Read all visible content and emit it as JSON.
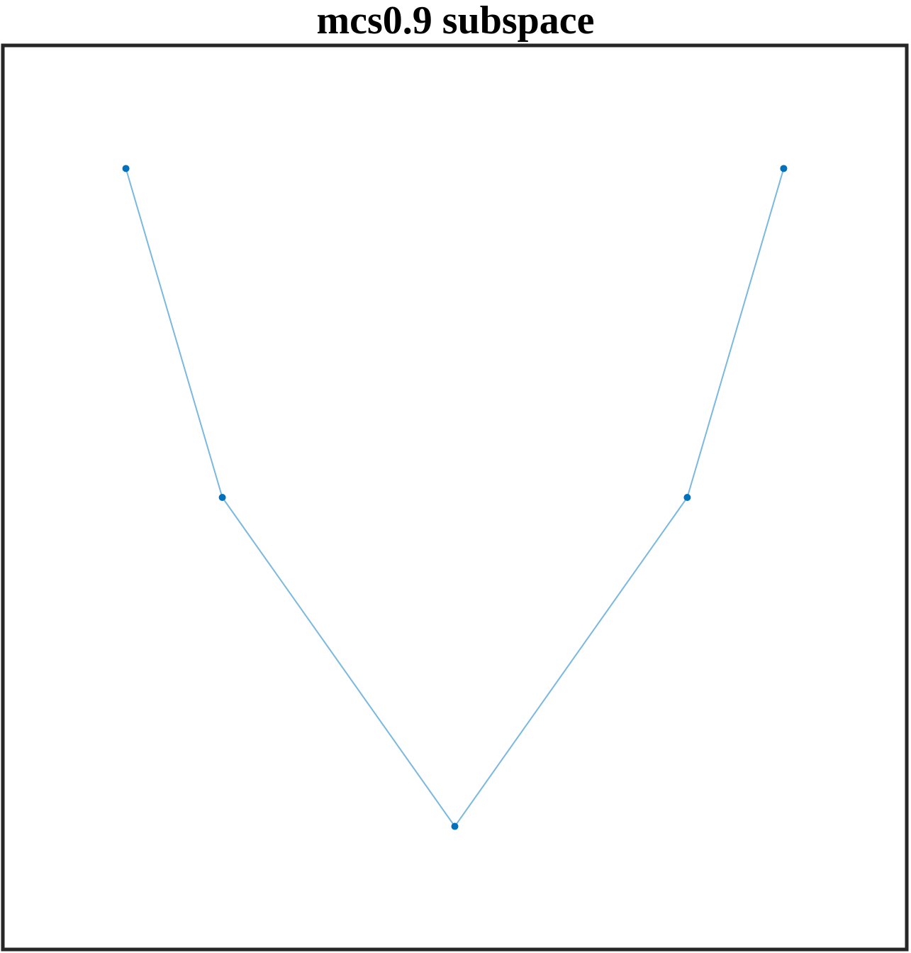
{
  "title": "mcs0.9 subspace",
  "colors": {
    "frame": "#262626",
    "edge": "#7ab8e0",
    "node": "#0072bd",
    "background": "#ffffff"
  },
  "graph": {
    "x_range": [
      0,
      10
    ],
    "y_range": [
      0,
      10
    ],
    "nodes": [
      {
        "id": "n1",
        "x": 1.35,
        "y": 8.65
      },
      {
        "id": "n2",
        "x": 2.42,
        "y": 5.0
      },
      {
        "id": "n3",
        "x": 5.0,
        "y": 1.35
      },
      {
        "id": "n4",
        "x": 7.58,
        "y": 5.0
      },
      {
        "id": "n5",
        "x": 8.65,
        "y": 8.65
      }
    ],
    "edges": [
      [
        "n1",
        "n2"
      ],
      [
        "n2",
        "n3"
      ],
      [
        "n3",
        "n4"
      ],
      [
        "n4",
        "n5"
      ]
    ]
  }
}
